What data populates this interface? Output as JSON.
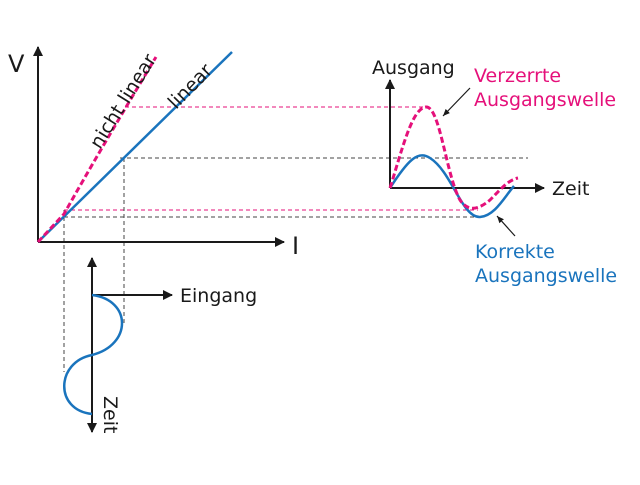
{
  "labels": {
    "v_axis": "V",
    "i_axis": "I",
    "nonlinear": "nicht linear",
    "linear": "linear",
    "input": "Eingang",
    "input_time": "Zeit",
    "output": "Ausgang",
    "output_time": "Zeit",
    "distorted_line1": "Verzerrte",
    "distorted_line2": "Ausgangswelle",
    "correct_line1": "Korrekte",
    "correct_line2": "Ausgangswelle"
  },
  "colors": {
    "linear": "#1a74bd",
    "nonlinear": "#e5107a",
    "axis": "#1a1a1a",
    "guide": "#333333"
  }
}
